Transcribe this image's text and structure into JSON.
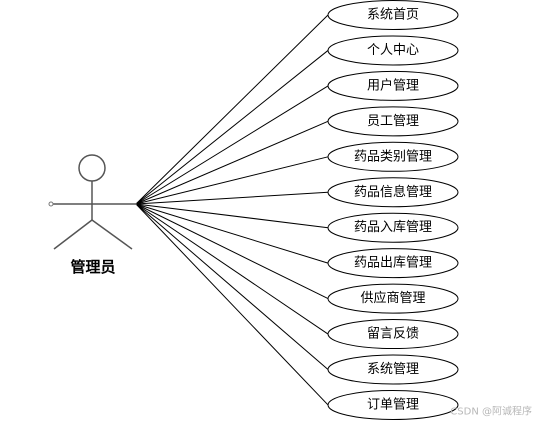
{
  "actor": {
    "label": "管理员"
  },
  "use_cases": [
    {
      "label": "系统首页"
    },
    {
      "label": "个人中心"
    },
    {
      "label": "用户管理"
    },
    {
      "label": "员工管理"
    },
    {
      "label": "药品类别管理"
    },
    {
      "label": "药品信息管理"
    },
    {
      "label": "药品入库管理"
    },
    {
      "label": "药品出库管理"
    },
    {
      "label": "供应商管理"
    },
    {
      "label": "留言反馈"
    },
    {
      "label": "系统管理"
    },
    {
      "label": "订单管理"
    }
  ],
  "watermark": "CSDN @阿诚程序"
}
